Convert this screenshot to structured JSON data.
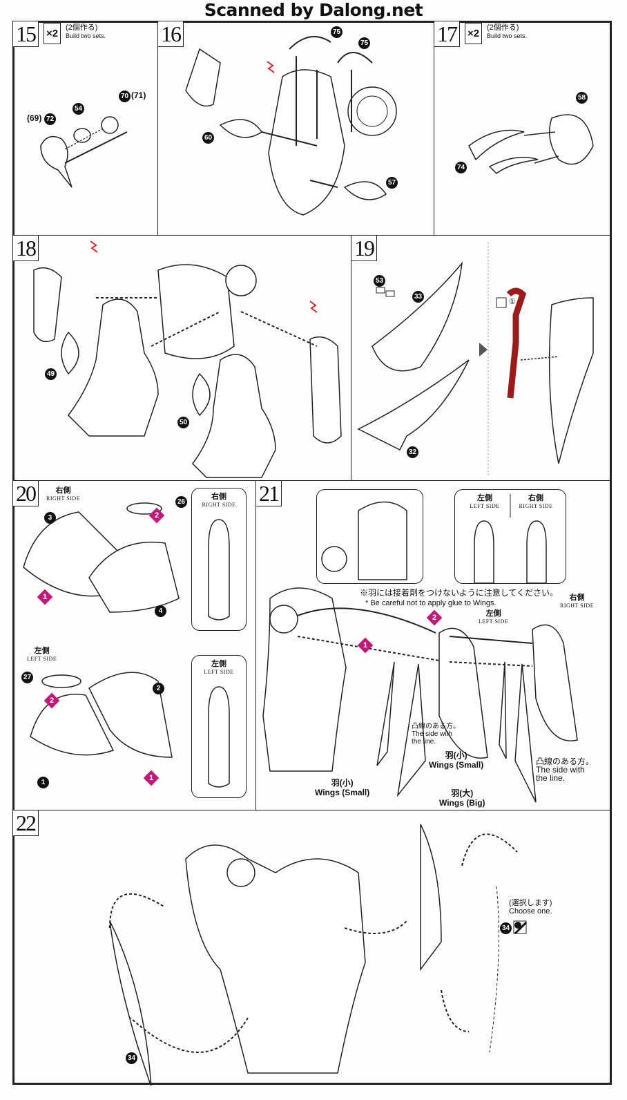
{
  "watermark": "Scanned by Dalong.net",
  "steps": {
    "s15": {
      "number": "15",
      "multiplier": "×2",
      "note_jp": "(2個作る)",
      "note_en": "Build two sets.",
      "parts": [
        "(69)",
        "72",
        "54",
        "70",
        "(71)"
      ]
    },
    "s16": {
      "number": "16",
      "parts": [
        "75",
        "75",
        "60",
        "57"
      ]
    },
    "s17": {
      "number": "17",
      "multiplier": "×2",
      "note_jp": "(2個作る)",
      "note_en": "Build two sets.",
      "parts": [
        "58",
        "74"
      ]
    },
    "s18": {
      "number": "18",
      "parts": [
        "49",
        "50"
      ]
    },
    "s19": {
      "number": "19",
      "parts": [
        "53",
        "33",
        "32"
      ],
      "sticker": "①"
    },
    "s20": {
      "number": "20",
      "right_jp": "右側",
      "right_en": "RIGHT SIDE",
      "left_jp": "左側",
      "left_en": "LEFT SIDE",
      "parts": [
        "3",
        "26",
        "4",
        "27",
        "2",
        "1"
      ],
      "markers": [
        "1",
        "2"
      ]
    },
    "s21": {
      "number": "21",
      "left_jp": "左側",
      "left_en": "LEFT SIDE",
      "right_jp": "右側",
      "right_en": "RIGHT SIDE",
      "caution_jp": "※羽には接着剤をつけないように注意してください。",
      "caution_en": "* Be careful not to apply glue to Wings.",
      "line_jp": "凸線のある方。",
      "line_en": "The side with the line.",
      "wings_small_jp": "羽(小)",
      "wings_small_en": "Wings (Small)",
      "wings_big_jp": "羽(大)",
      "wings_big_en": "Wings (Big)",
      "markers": [
        "1",
        "2"
      ]
    },
    "s22": {
      "number": "22",
      "choose_jp": "(選択します)",
      "choose_en": "Choose one.",
      "parts": [
        "34",
        "34"
      ]
    }
  },
  "colors": {
    "marker": "#c2187a",
    "arrow_red": "#d42a2a",
    "part_red": "#9b1b1b"
  }
}
